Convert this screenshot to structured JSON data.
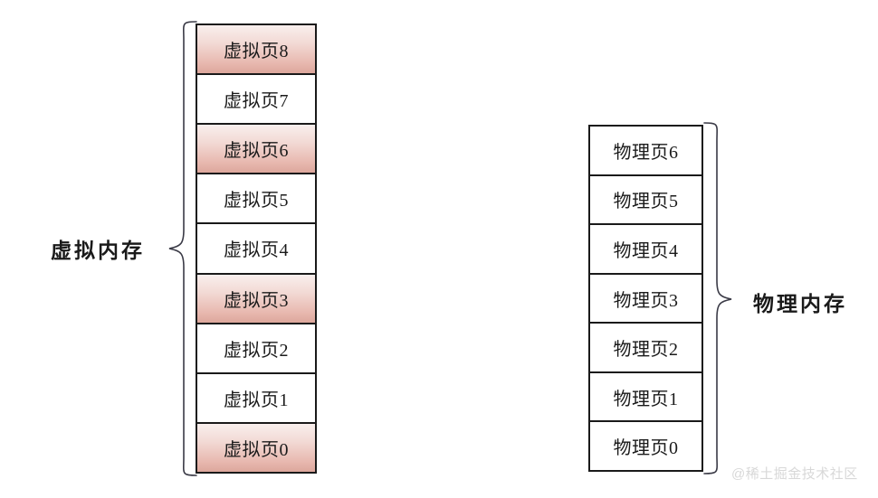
{
  "diagram": {
    "title": "virtual-memory-to-physical-memory-paging",
    "background_color": "#ffffff",
    "border_color": "#1a1a1a",
    "highlight_gradient_top": "#f9efed",
    "highlight_gradient_bottom": "#dda79c",
    "brace_color": "#3a3a46"
  },
  "virtual_memory": {
    "label": "虚拟内存",
    "cells": [
      {
        "text": "虚拟页8",
        "highlighted": false
      },
      {
        "text": "虚拟页7",
        "highlighted": false
      },
      {
        "text": "虚拟页6",
        "highlighted": true
      },
      {
        "text": "虚拟页5",
        "highlighted": false
      },
      {
        "text": "虚拟页4",
        "highlighted": false
      },
      {
        "text": "虚拟页3",
        "highlighted": true
      },
      {
        "text": "虚拟页2",
        "highlighted": false
      },
      {
        "text": "虚拟页1",
        "highlighted": false
      },
      {
        "text": "虚拟页0",
        "highlighted": true
      }
    ]
  },
  "physical_memory": {
    "label": "物理内存",
    "cells": [
      {
        "text": "物理页6",
        "highlighted": false
      },
      {
        "text": "物理页5",
        "highlighted": false
      },
      {
        "text": "物理页4",
        "highlighted": false
      },
      {
        "text": "物理页3",
        "highlighted": false
      },
      {
        "text": "物理页2",
        "highlighted": false
      },
      {
        "text": "物理页1",
        "highlighted": false
      },
      {
        "text": "物理页0",
        "highlighted": false
      }
    ]
  },
  "watermark": {
    "text": "@稀土掘金技术社区"
  }
}
